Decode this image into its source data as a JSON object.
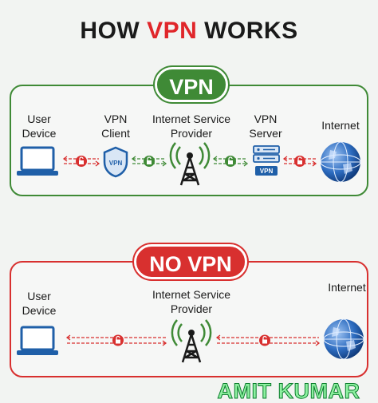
{
  "title": {
    "prefix": "HOW ",
    "accent": "VPN",
    "suffix": " WORKS"
  },
  "vpn_panel": {
    "badge": "VPN",
    "nodes": {
      "user_device": "User\nDevice",
      "vpn_client": "VPN\nClient",
      "isp": "Internet Service\nProvider",
      "vpn_server": "VPN\nServer",
      "internet": "Internet"
    },
    "server_tag": "VPN",
    "shield_tag": "VPN"
  },
  "novpn_panel": {
    "badge": "NO VPN",
    "nodes": {
      "user_device": "User\nDevice",
      "isp": "Internet Service\nProvider",
      "internet": "Internet"
    }
  },
  "footer": {
    "watermark": "AMIT KUMAR"
  },
  "colors": {
    "green": "#3f8a36",
    "red": "#d8302f",
    "accent": "#e0262a",
    "blue": "#1f5fa8"
  }
}
